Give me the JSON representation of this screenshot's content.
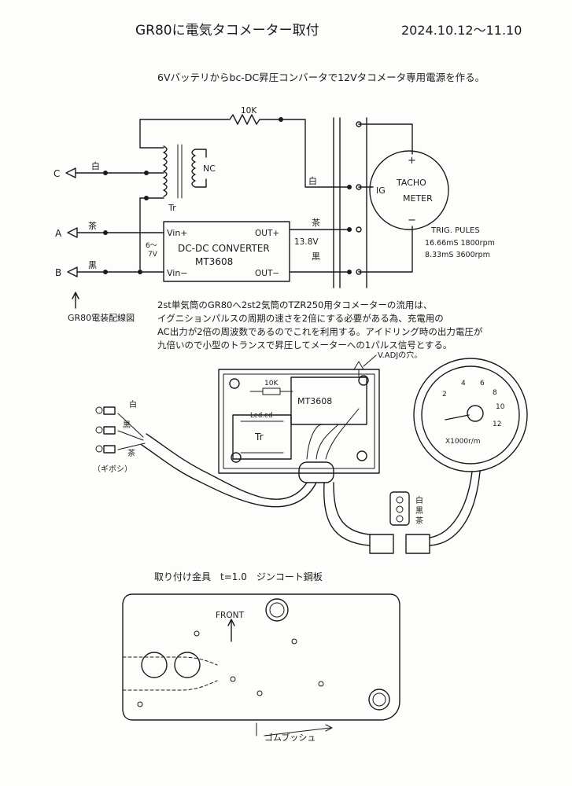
{
  "header": {
    "title": "GR80に電気タコメーター取付",
    "date": "2024.10.12〜11.10"
  },
  "subtitle": "6Vバッテリからbc-DC昇圧コンバータで12Vタコメータ専用電源を作る。",
  "schematic": {
    "resistor": "10K",
    "nc": "NC",
    "tr": "Tr",
    "wire_c": "C",
    "wire_a": "A",
    "wire_b": "B",
    "color_white": "白",
    "color_brown": "茶",
    "color_black": "黒",
    "vin_plus": "Vin+",
    "vin_minus": "Vin−",
    "vin_range_top": "6〜",
    "vin_range_bottom": "7V",
    "converter_name": "DC-DC CONVERTER",
    "converter_model": "MT3608",
    "out_plus": "OUT+",
    "out_minus": "OUT−",
    "out_voltage": "13.8V",
    "wire_white_right": "白",
    "wire_brown_right": "茶",
    "wire_black_right": "黒",
    "ig": "IG",
    "tacho_line1": "TACHO",
    "tacho_line2": "METER",
    "plus": "+",
    "minus": "−",
    "trig_title": "TRIG. PULES",
    "trig_row1": "16.66mS  1800rpm",
    "trig_row2": "8.33mS  3600rpm",
    "wiring_label": "GR80電装配線図"
  },
  "notes": {
    "line1": "2st単気筒のGR80へ2st2気筒のTZR250用タコメーターの流用は、",
    "line2": "イグニションパルスの周期の速さを2倍にする必要がある為、充電用の",
    "line3": "AC出力が2倍の周波数であるのでこれを利用する。アイドリング時の出力電圧が",
    "line4": "九倍いので小型のトランスで昇圧してメーターへの1パルス信号とする。"
  },
  "assembly": {
    "vadj": "V.ADJの穴。",
    "resistor": "10K",
    "module": "MT3608",
    "led": "Led.ed",
    "tr": "Tr",
    "wire_white": "白",
    "wire_black": "黒",
    "wire_brown": "茶",
    "gibosi": "（ギボシ）",
    "connector_white": "白",
    "connector_black": "黒",
    "connector_brown": "茶",
    "dial_2": "2",
    "dial_4": "4",
    "dial_6": "6",
    "dial_8": "8",
    "dial_10": "10",
    "dial_12": "12",
    "dial_unit": "X1000r/m"
  },
  "bracket": {
    "title": "取り付け金具　t=1.0　ジンコート鋼板",
    "front": "FRONT",
    "grommet": "ゴムブッシュ"
  }
}
